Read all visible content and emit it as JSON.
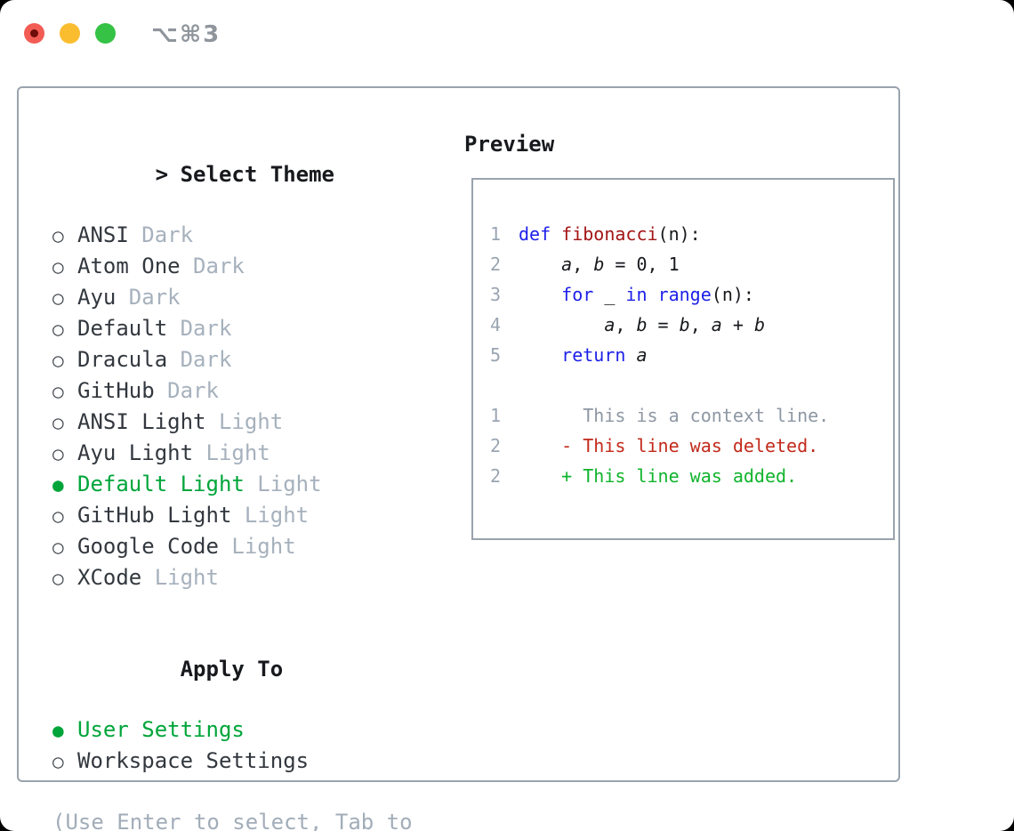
{
  "window": {
    "title": "⌥⌘3"
  },
  "icons": {
    "prompt": ">",
    "radio_unselected": "○",
    "radio_selected": "●"
  },
  "theme_list": {
    "prompt": ">",
    "header": "Select Theme",
    "items": [
      {
        "name": "ANSI",
        "tag": "Dark",
        "selected": false
      },
      {
        "name": "Atom One",
        "tag": "Dark",
        "selected": false
      },
      {
        "name": "Ayu",
        "tag": "Dark",
        "selected": false
      },
      {
        "name": "Default",
        "tag": "Dark",
        "selected": false
      },
      {
        "name": "Dracula",
        "tag": "Dark",
        "selected": false
      },
      {
        "name": "GitHub",
        "tag": "Dark",
        "selected": false
      },
      {
        "name": "ANSI Light",
        "tag": "Light",
        "selected": false
      },
      {
        "name": "Ayu Light",
        "tag": "Light",
        "selected": false
      },
      {
        "name": "Default Light",
        "tag": "Light",
        "selected": true
      },
      {
        "name": "GitHub Light",
        "tag": "Light",
        "selected": false
      },
      {
        "name": "Google Code",
        "tag": "Light",
        "selected": false
      },
      {
        "name": "XCode",
        "tag": "Light",
        "selected": false
      }
    ]
  },
  "apply_to": {
    "label": "Apply To",
    "options": [
      {
        "name": "User Settings",
        "selected": true
      },
      {
        "name": "Workspace Settings",
        "selected": false
      }
    ]
  },
  "help_text": "(Use Enter to select, Tab to change focus)",
  "preview": {
    "title": "Preview",
    "code_lines": [
      {
        "num": "1",
        "segments": [
          {
            "style": "kw",
            "text": "def "
          },
          {
            "style": "fn",
            "text": "fibonacci"
          },
          {
            "style": "pl",
            "text": "(n):"
          }
        ]
      },
      {
        "num": "2",
        "segments": [
          {
            "style": "pl",
            "text": "    "
          },
          {
            "style": "it",
            "text": "a"
          },
          {
            "style": "pl",
            "text": ", "
          },
          {
            "style": "it",
            "text": "b"
          },
          {
            "style": "pl",
            "text": " = 0, 1"
          }
        ]
      },
      {
        "num": "3",
        "segments": [
          {
            "style": "pl",
            "text": "    "
          },
          {
            "style": "kw",
            "text": "for"
          },
          {
            "style": "pl",
            "text": " _ "
          },
          {
            "style": "kw",
            "text": "in"
          },
          {
            "style": "pl",
            "text": " "
          },
          {
            "style": "kw",
            "text": "range"
          },
          {
            "style": "pl",
            "text": "(n):"
          }
        ]
      },
      {
        "num": "4",
        "segments": [
          {
            "style": "pl",
            "text": "        "
          },
          {
            "style": "it",
            "text": "a"
          },
          {
            "style": "pl",
            "text": ", "
          },
          {
            "style": "it",
            "text": "b"
          },
          {
            "style": "pl",
            "text": " = "
          },
          {
            "style": "it",
            "text": "b"
          },
          {
            "style": "pl",
            "text": ", "
          },
          {
            "style": "it",
            "text": "a"
          },
          {
            "style": "pl",
            "text": " + "
          },
          {
            "style": "it",
            "text": "b"
          }
        ]
      },
      {
        "num": "5",
        "segments": [
          {
            "style": "pl",
            "text": "    "
          },
          {
            "style": "kw",
            "text": "return"
          },
          {
            "style": "pl",
            "text": " "
          },
          {
            "style": "it",
            "text": "a"
          }
        ]
      }
    ],
    "diff_lines": [
      {
        "num": "1",
        "segments": [
          {
            "style": "ctx",
            "text": "      This is a context line."
          }
        ]
      },
      {
        "num": "2",
        "segments": [
          {
            "style": "del",
            "text": "    - This line was deleted."
          }
        ]
      },
      {
        "num": "2",
        "segments": [
          {
            "style": "add",
            "text": "    + This line was added."
          }
        ]
      }
    ]
  },
  "colors": {
    "ink": "#17191d",
    "item": "#33383f",
    "muted": "#a6b1bd",
    "help": "#a2adb9",
    "green": "#00a53a",
    "radio": "#42474e",
    "border": "#99a3ad",
    "num": "#9aa5b2",
    "kw": "#1c1fe8",
    "fn": "#a31515",
    "code": "#17191d",
    "ctx": "#8d97a3",
    "del": "#c22a1b",
    "add": "#10b42c",
    "titlebar_text": "#8f959c",
    "light_red": "#f25c54",
    "light_red_dot": "#6e0d09",
    "light_yellow": "#fbbd30",
    "light_green": "#35c245"
  }
}
